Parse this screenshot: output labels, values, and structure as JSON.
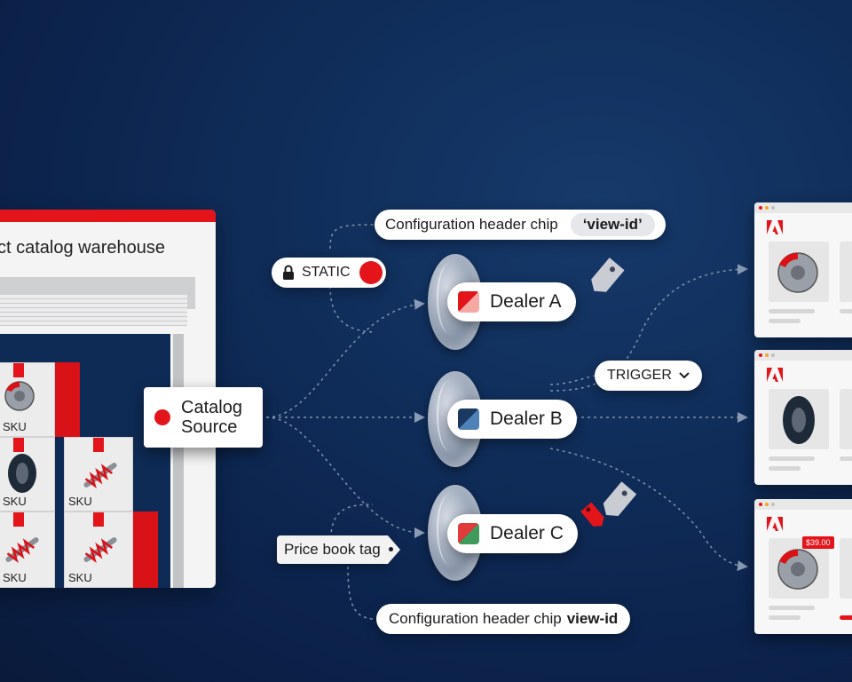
{
  "warehouse": {
    "title": "Product catalog warehouse",
    "sku_label": "SKU"
  },
  "catalog_source": {
    "label_line1": "Catalog",
    "label_line2": "Source"
  },
  "static_chip": {
    "label": "STATIC"
  },
  "config_chip_top": {
    "label": "Configuration header chip",
    "value": "‘view-id’"
  },
  "config_chip_bottom": {
    "label": "Configuration header chip",
    "value": "view-id"
  },
  "trigger_chip": {
    "label": "TRIGGER"
  },
  "price_book_chip": {
    "label": "Price book tag"
  },
  "dealers": [
    {
      "label": "Dealer A",
      "colors": [
        "#e4141b",
        "#f7a8a3"
      ]
    },
    {
      "label": "Dealer B",
      "colors": [
        "#1b3a63",
        "#4f82b8"
      ]
    },
    {
      "label": "Dealer C",
      "colors": [
        "#e03a3a",
        "#3f9a5c"
      ]
    }
  ],
  "cards": {
    "price_badge": "$39.00"
  },
  "colors": {
    "accent": "#e4141b",
    "background": "#0f2c58"
  },
  "icons": [
    "lock-icon",
    "chevron-down-icon",
    "price-tag-icon",
    "adobe-logo-icon",
    "brake-disc-icon",
    "tire-icon",
    "shock-absorber-icon"
  ]
}
